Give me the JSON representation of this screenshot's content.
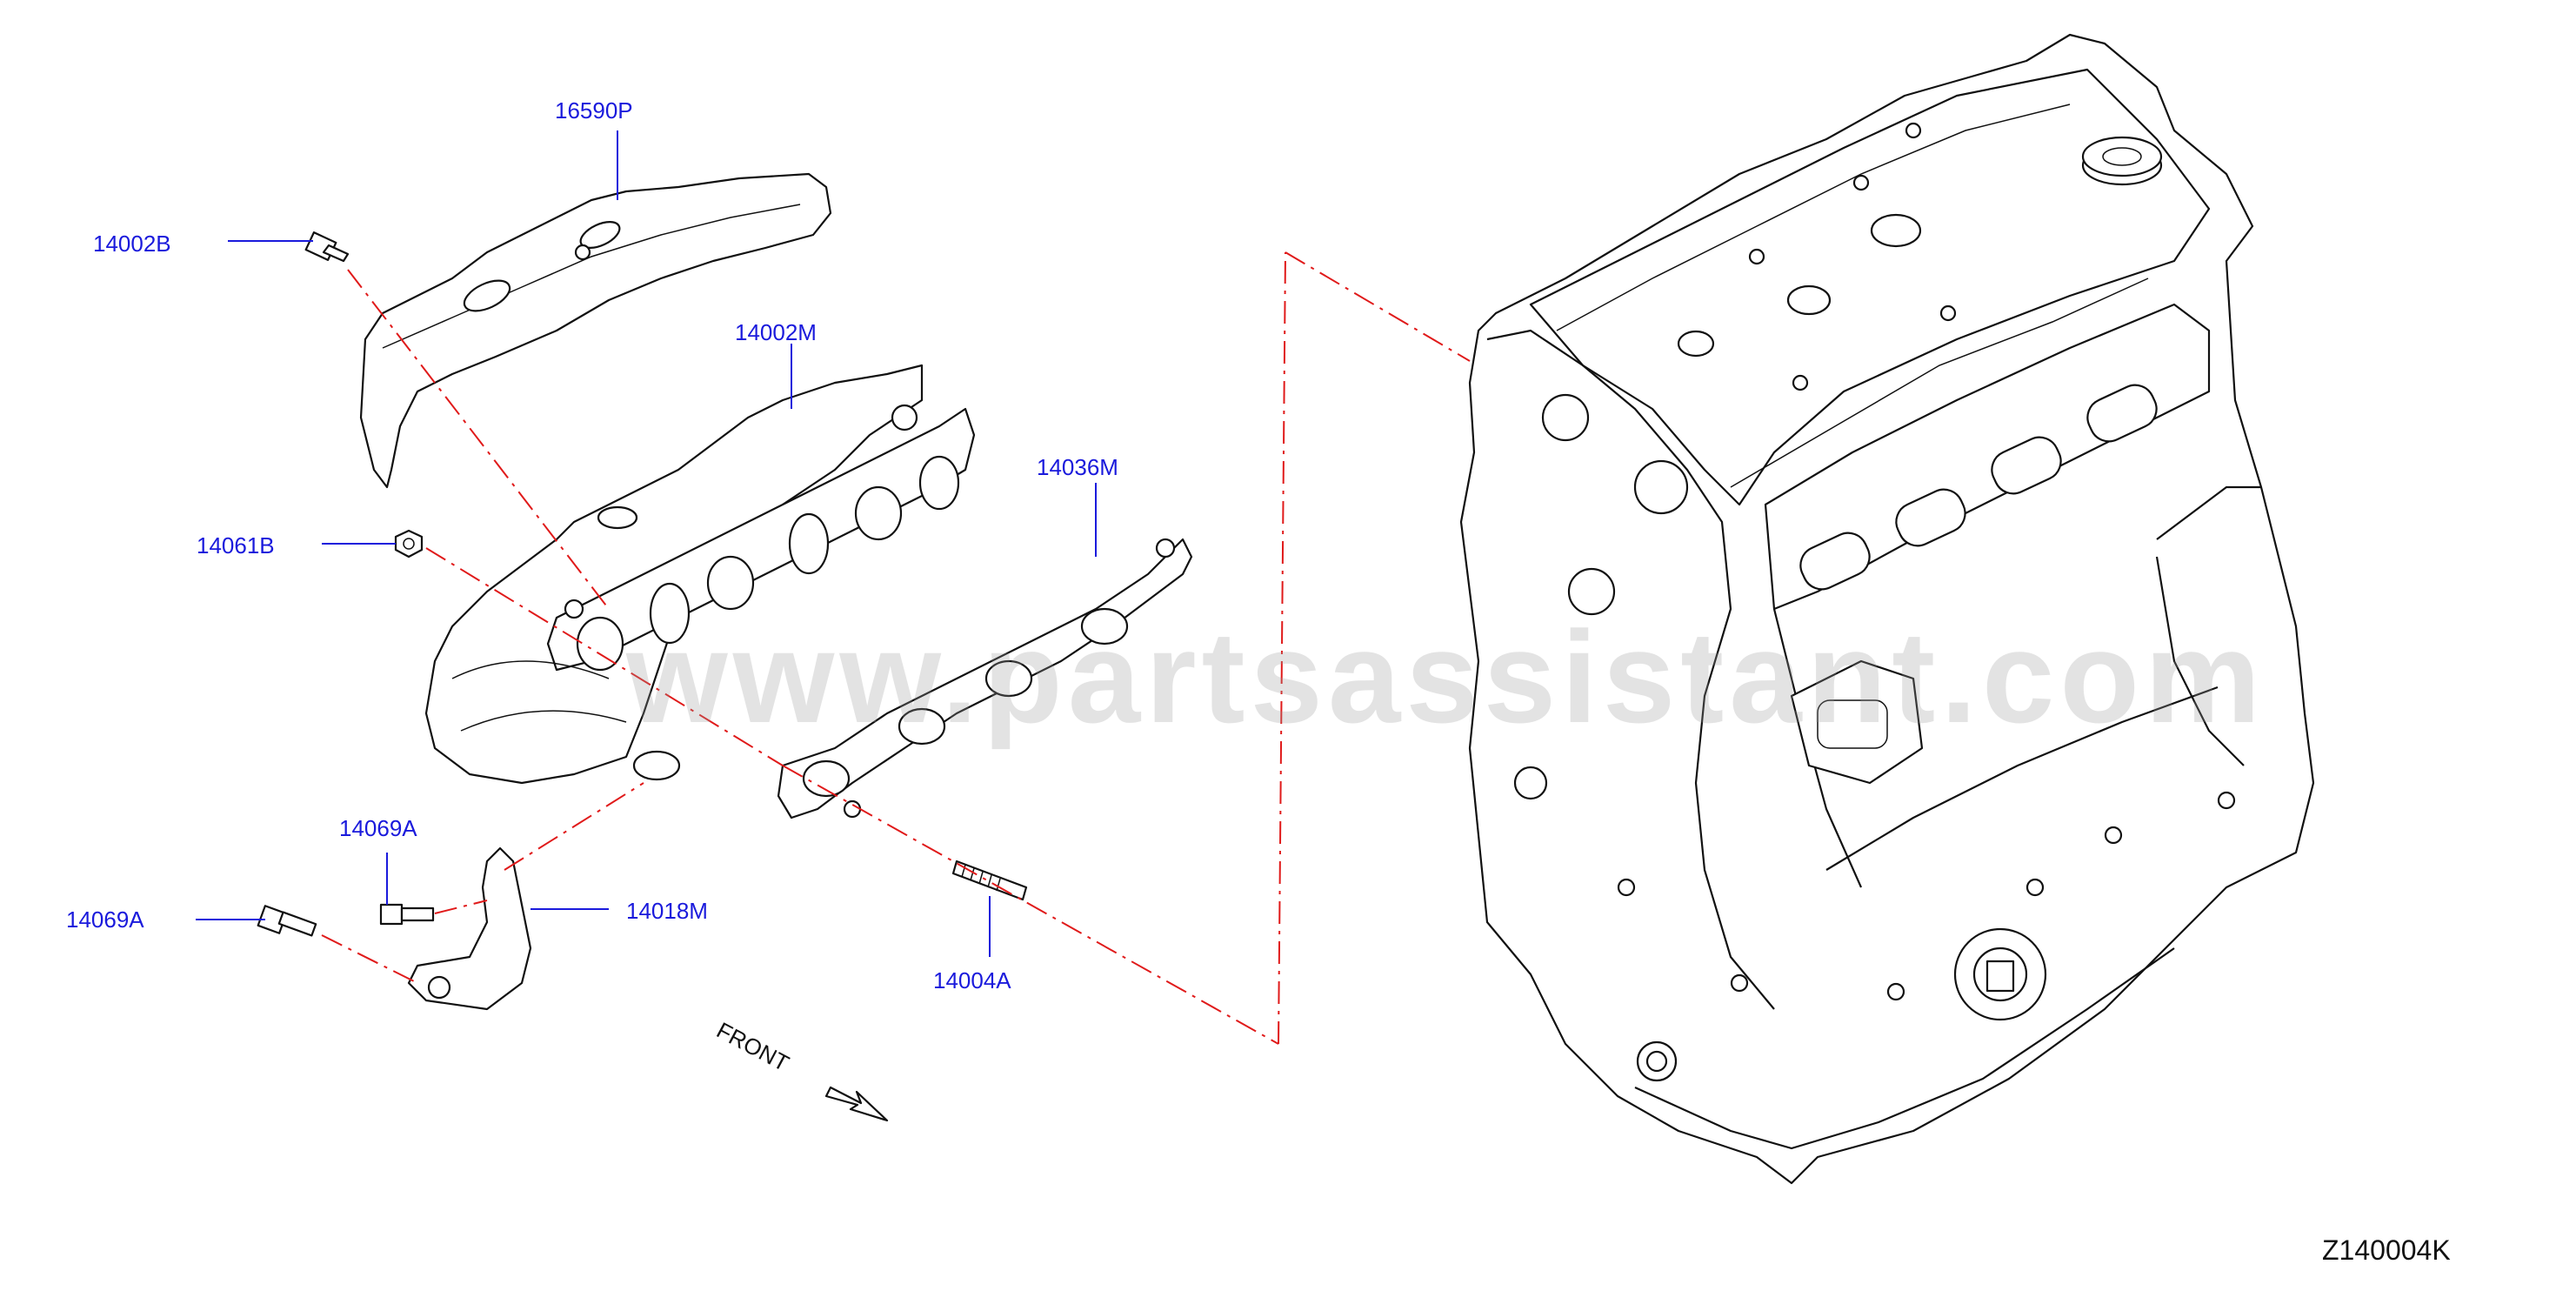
{
  "diagram": {
    "part_labels": [
      {
        "id": "16590P",
        "text": "16590P"
      },
      {
        "id": "14002B",
        "text": "14002B"
      },
      {
        "id": "14002M",
        "text": "14002M"
      },
      {
        "id": "14036M",
        "text": "14036M"
      },
      {
        "id": "14061B",
        "text": "14061B"
      },
      {
        "id": "14069A_upper",
        "text": "14069A"
      },
      {
        "id": "14069A_lower",
        "text": "14069A"
      },
      {
        "id": "14018M",
        "text": "14018M"
      },
      {
        "id": "14004A",
        "text": "14004A"
      }
    ],
    "front_indicator": "FRONT",
    "reference_code": "Z140004K",
    "watermark": "www.partsassistant.com"
  },
  "colors": {
    "label": "#1a1adc",
    "centerline": "#e01a1a",
    "ink": "#111111"
  }
}
